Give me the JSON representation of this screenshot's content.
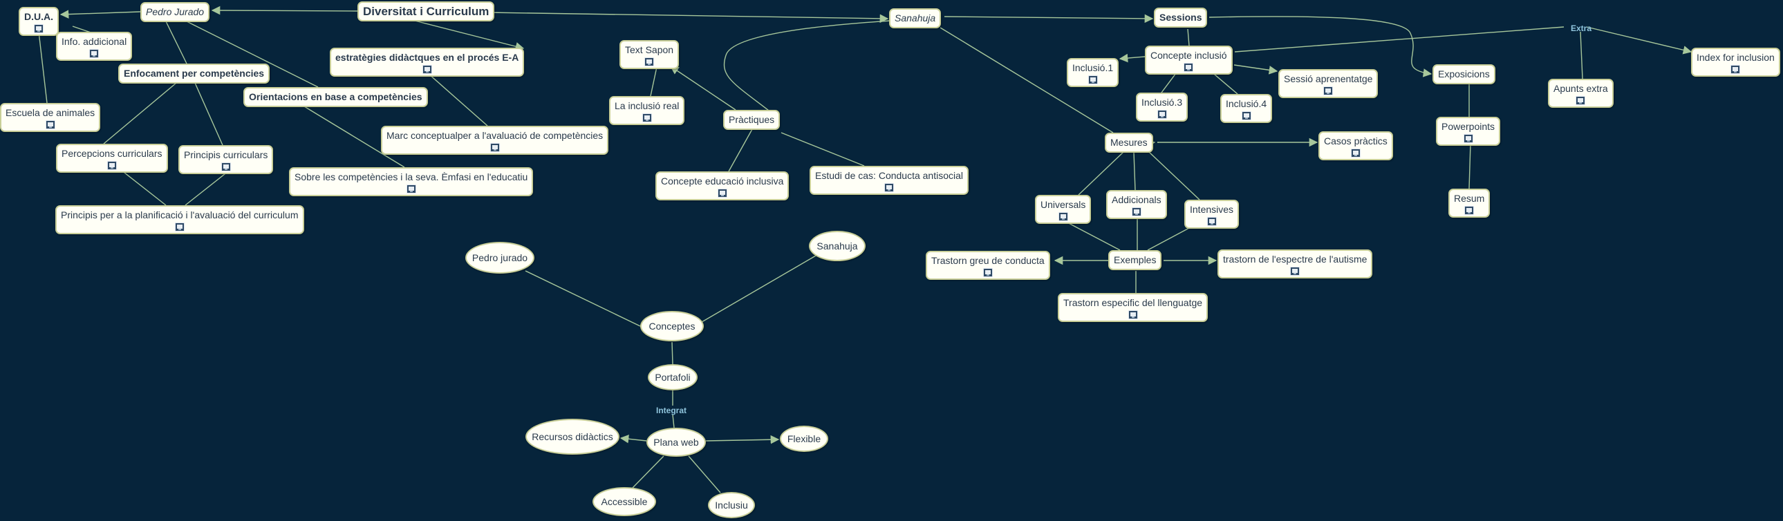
{
  "colors": {
    "background": "#06243b",
    "node_fill": "#fffff6",
    "node_border": "#c9cf98",
    "connector": "#a7c79b",
    "link_label": "#8fc4dc"
  },
  "nodes": {
    "diversitat": "Diversitat i Curriculum",
    "pedro_jurado": "Pedro Jurado",
    "dua": "D.U.A.",
    "info_addicional": "Info. addicional",
    "escuela_animales": "Escuela de animales",
    "enfocament": "Enfocament per competències",
    "estrategies": "estratègies didàctques en el procés E-A",
    "orientacions": "Orientacions en base a competències",
    "percepcions": "Percepcions curriculars",
    "principis_curriculars": "Principis curriculars",
    "marc_conceptual": "Marc conceptualper a l'avaluació de competències",
    "sobre_competencies": "Sobre les competències i la seva. Èmfasi en l'educatiu",
    "principis_planificacio": "Principis per a la planificació i l'avaluació del curriculum",
    "text_sapon": "Text Sapon",
    "inclusio_real": "La inclusió real",
    "practiques": "Pràctiques",
    "concepte_educacio": "Concepte educació inclusiva",
    "estudi_cas": "Estudi de cas: Conducta antisocial",
    "sanahuja_top": "Sanahuja",
    "sessions": "Sessions",
    "concepte_inclusio": "Concepte inclusió",
    "inclusio_1": "Inclusió.1",
    "inclusio_3": "Inclusió.3",
    "inclusio_4": "Inclusió.4",
    "sessio_aprenentatge": "Sessió aprenentatge",
    "exposicions": "Exposicions",
    "powerpoints": "Powerpoints",
    "resum": "Resum",
    "apunts_extra": "Apunts extra",
    "index_inclusion": "Index for inclusion",
    "mesures": "Mesures",
    "casos_practics": "Casos pràctics",
    "universals": "Universals",
    "addicionals": "Addicionals",
    "intensives": "Intensives",
    "exemples": "Exemples",
    "trastorn_greu": "Trastorn greu de conducta",
    "trastorn_autisme": "trastorn de l'espectre de l'autisme",
    "trastorn_llenguatge": "Trastorn especific del llenguatge",
    "pedro_jurado_bottom": "Pedro jurado",
    "sanahuja_bottom": "Sanahuja",
    "conceptes": "Conceptes",
    "portafoli": "Portafoli",
    "plana_web": "Plana web",
    "recursos": "Recursos didàctics",
    "flexible": "Flexible",
    "accessible": "Accessible",
    "inclusiu": "Inclusiu"
  },
  "link_labels": {
    "extra": "Extra",
    "integrat": "Integrat"
  }
}
